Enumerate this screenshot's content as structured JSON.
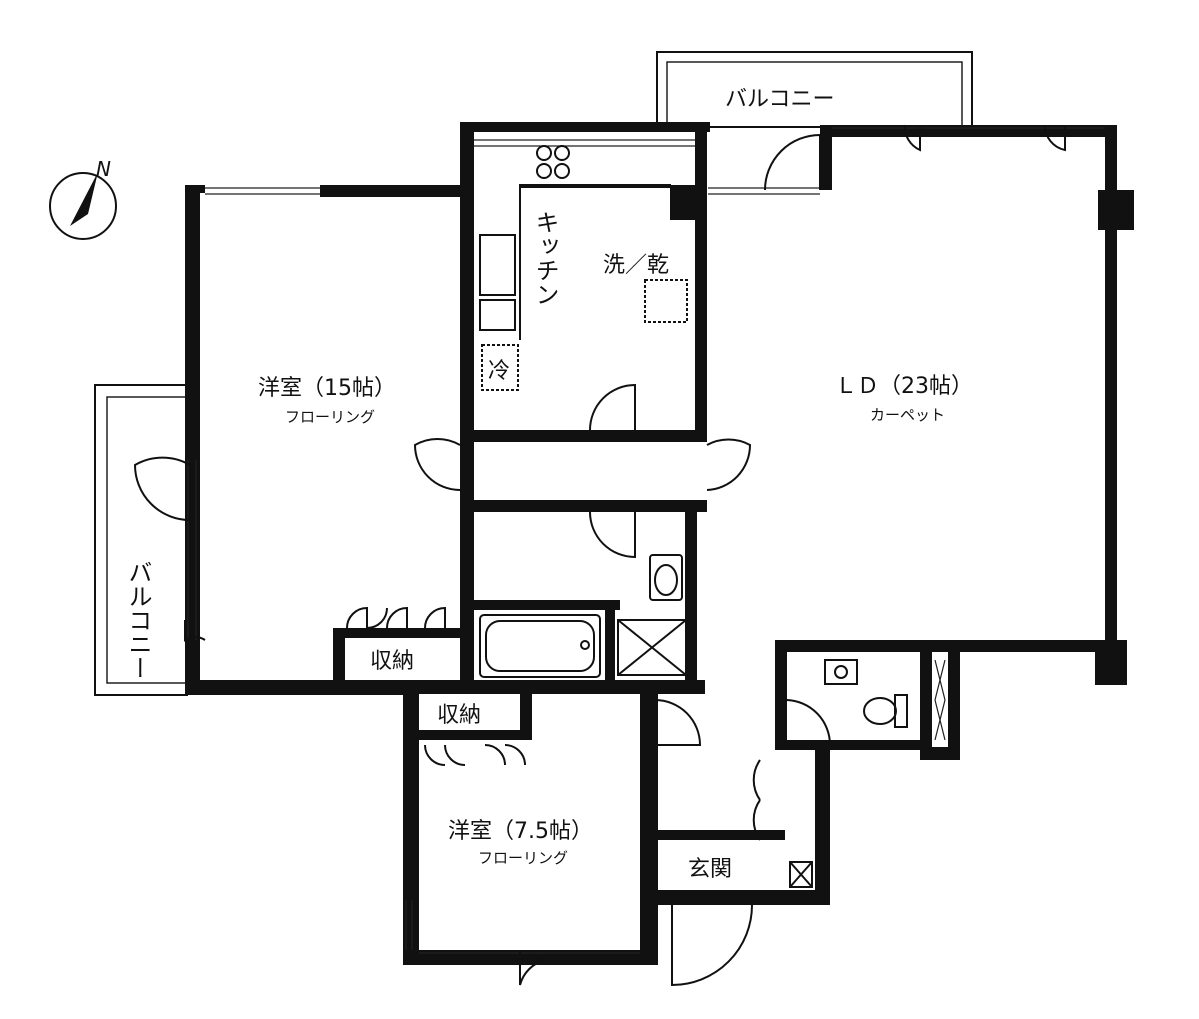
{
  "compass": {
    "north_label": "N",
    "icon": "north-arrow-icon"
  },
  "rooms": {
    "western_15": {
      "name": "洋室（15帖）",
      "floor": "フローリング"
    },
    "western_75": {
      "name": "洋室（7.5帖）",
      "floor": "フローリング"
    },
    "ld": {
      "name": "ＬＤ（23帖）",
      "floor": "カーペット"
    },
    "kitchen": {
      "name": "キッチン"
    },
    "laundry": {
      "name": "洗／乾"
    },
    "fridge": {
      "name": "冷"
    },
    "storage_1": {
      "name": "収納"
    },
    "storage_2": {
      "name": "収納"
    },
    "entrance": {
      "name": "玄関"
    },
    "balcony_top": {
      "name": "バルコニー"
    },
    "balcony_left": {
      "name": "バルコニー"
    }
  }
}
